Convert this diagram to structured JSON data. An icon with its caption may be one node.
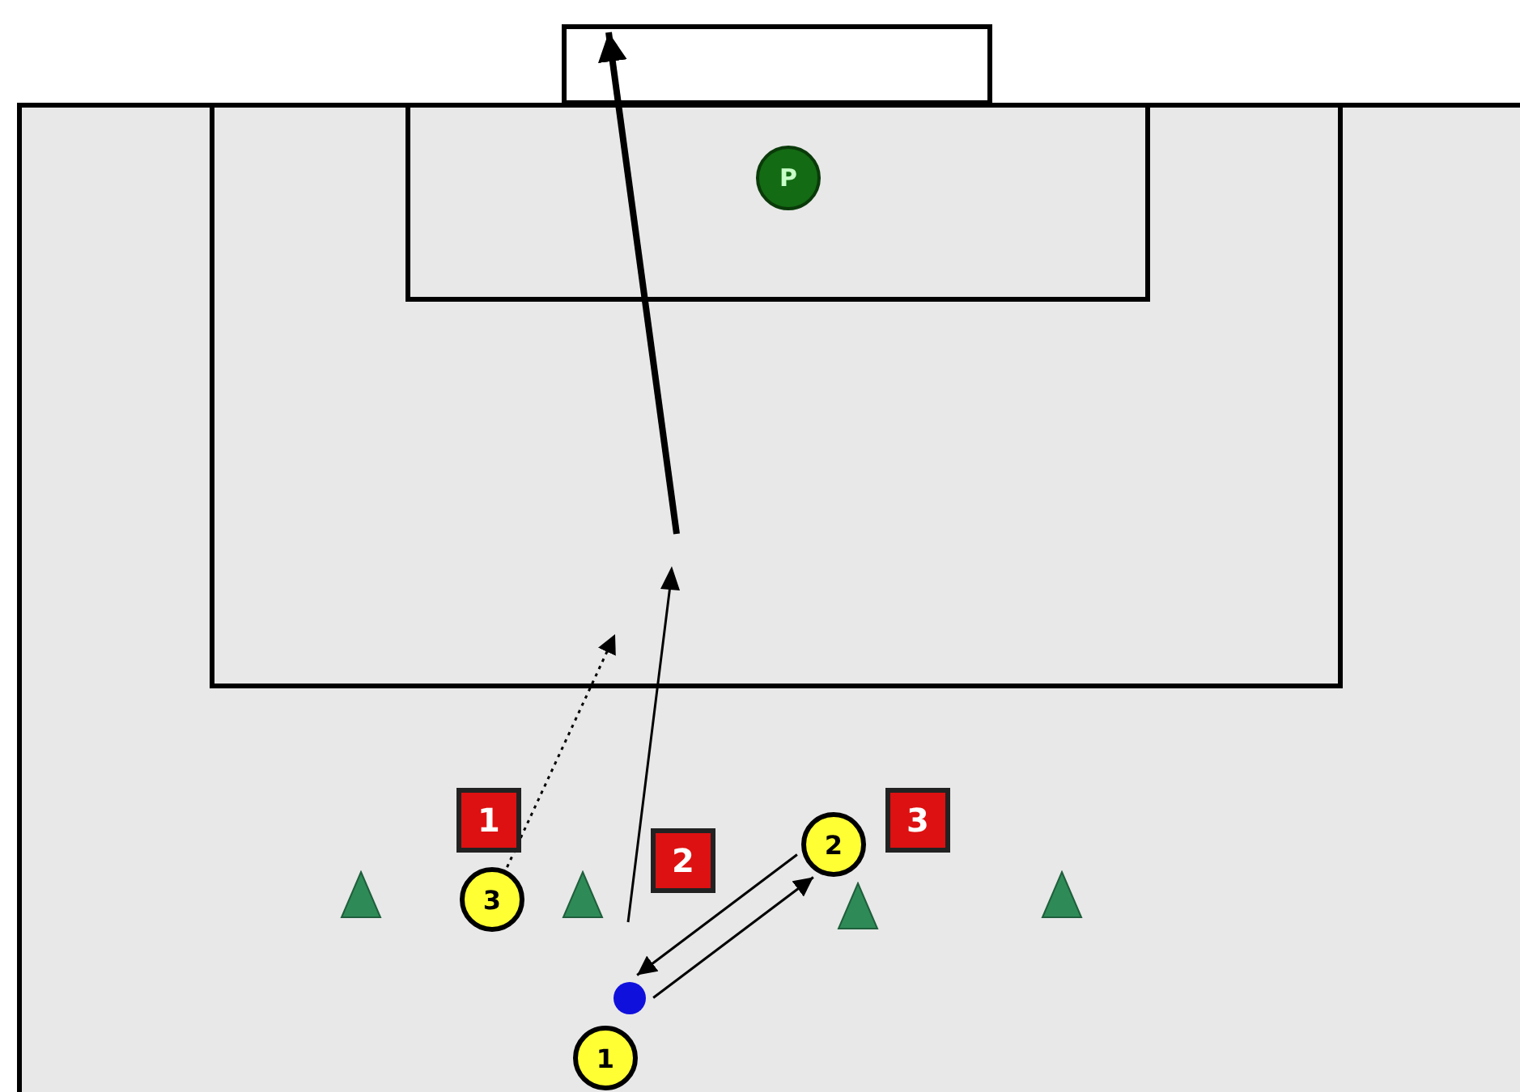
{
  "diagram": {
    "nodes": [
      {
        "text": [],
        "shape": "box"
      },
      {
        "text": [
          "P"
        ]
      },
      {
        "text": [
          "1"
        ]
      },
      {
        "text": [
          "3"
        ]
      },
      {
        "text": [
          "2"
        ]
      },
      {
        "text": [
          "2"
        ]
      },
      {
        "text": [
          "3"
        ]
      },
      {
        "text": [],
        "shape": "triangle"
      },
      {
        "text": [],
        "shape": "triangle"
      },
      {
        "text": [],
        "shape": "triangle"
      },
      {
        "text": [],
        "shape": "triangle"
      },
      {
        "text": [],
        "shape": "circle"
      },
      {
        "text": [
          "1"
        ]
      }
    ],
    "edges": [
      {
        "from": 6,
        "to": null,
        "arrow": "to",
        "style": "dashed"
      },
      {
        "from": null,
        "to": 0,
        "arrow": "to",
        "style": "thick"
      },
      {
        "from": 11,
        "to": 5,
        "arrow": "to"
      },
      {
        "from": 5,
        "to": 11,
        "arrow": "to"
      }
    ]
  }
}
